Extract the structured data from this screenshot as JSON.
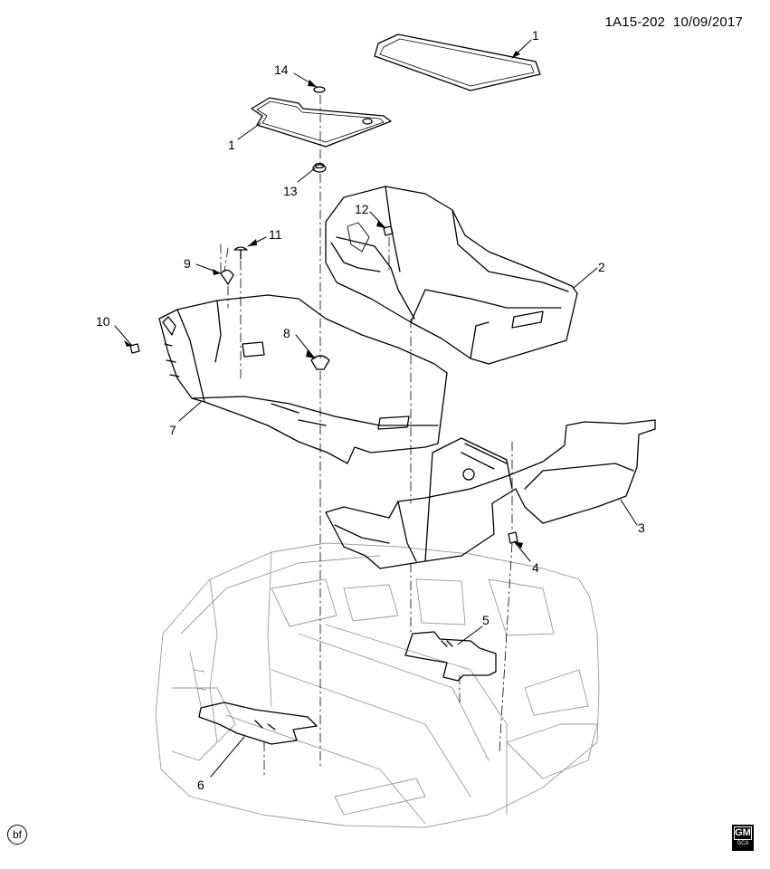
{
  "header": {
    "illustration_code": "1A15-202",
    "date": "10/09/2017"
  },
  "corner_mark": "bf",
  "logo": {
    "text": "GM",
    "subtext": "GCA",
    "icon": "gm-logo-icon"
  },
  "callouts": [
    {
      "id": "c1a",
      "label": "1"
    },
    {
      "id": "c1b",
      "label": "1"
    },
    {
      "id": "c14",
      "label": "14"
    },
    {
      "id": "c13",
      "label": "13"
    },
    {
      "id": "c12",
      "label": "12"
    },
    {
      "id": "c11",
      "label": "11"
    },
    {
      "id": "c9",
      "label": "9"
    },
    {
      "id": "c2",
      "label": "2"
    },
    {
      "id": "c10",
      "label": "10"
    },
    {
      "id": "c8",
      "label": "8"
    },
    {
      "id": "c7",
      "label": "7"
    },
    {
      "id": "c3",
      "label": "3"
    },
    {
      "id": "c4",
      "label": "4"
    },
    {
      "id": "c5",
      "label": "5"
    },
    {
      "id": "c6",
      "label": "6"
    }
  ]
}
